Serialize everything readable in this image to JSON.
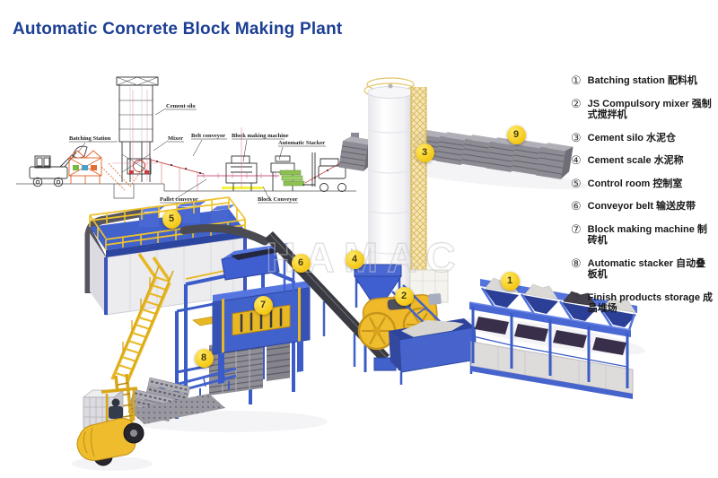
{
  "title": "Automatic Concrete Block Making Plant",
  "watermark": "HAMAC",
  "legend": {
    "items": [
      {
        "num": "①",
        "label": "Batching station 配料机"
      },
      {
        "num": "②",
        "label": "JS Compulsory mixer 强制式搅拌机"
      },
      {
        "num": "③",
        "label": "Cement silo  水泥仓"
      },
      {
        "num": "④",
        "label": "Cement scale 水泥称"
      },
      {
        "num": "⑤",
        "label": "Control room 控制室"
      },
      {
        "num": "⑥",
        "label": "Conveyor belt 输送皮带"
      },
      {
        "num": "⑦",
        "label": "Block making machine 制砖机"
      },
      {
        "num": "⑧",
        "label": "Automatic stacker 自动叠板机"
      },
      {
        "num": "⑨",
        "label": "Finish products storage 成品堆场"
      }
    ]
  },
  "schematic": {
    "labels": {
      "batching_station": "Batching Station",
      "cement_silo": "Cement silo",
      "mixer": "Mixer",
      "belt_conveyor": "Belt conveyor",
      "block_making_machine": "Block making machine",
      "automatic_stacker": "Automatic Stacker",
      "pallet_conveyor": "Pallet conveyor",
      "block_conveyor": "Block Conveyor"
    }
  },
  "badges": [
    "1",
    "2",
    "3",
    "4",
    "5",
    "6",
    "7",
    "8",
    "9"
  ],
  "colors": {
    "title_blue": "#1c3f94",
    "machine_blue": "#4161cb",
    "accent_yellow": "#efb92a",
    "badge_yellow": "#f3c50d",
    "schematic_orange": "#e0622a"
  }
}
